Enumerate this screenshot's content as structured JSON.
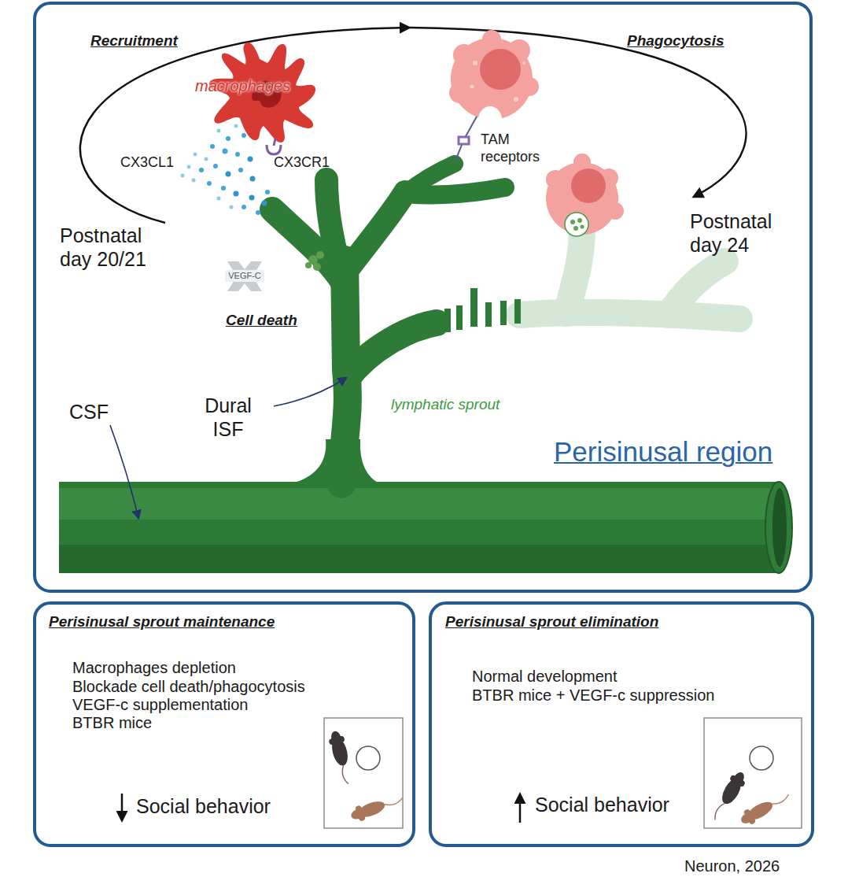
{
  "diagram": {
    "nodes": [
      {
        "text": [
          "Perisinusal region"
        ]
      },
      {
        "text": [
          "VEGF-C"
        ],
        "in": 0
      },
      {
        "text": [
          "Perisinusal sprout maintenance",
          "Macrophages depletion",
          "Blockade cell death/phagocytosis",
          "VEGF-c supplementation",
          "BTBR mice",
          "Social behavior"
        ]
      },
      {
        "text": [
          "Perisinusal sprout elimination",
          "Normal development",
          "BTBR mice + VEGF-c suppression",
          "Social behavior"
        ]
      }
    ],
    "labels": [
      "Recruitment",
      "Phagocytosis",
      "macrophages",
      "CX3CL1",
      "CX3CR1",
      "TAM receptors",
      "Postnatal day 20/21",
      "Postnatal day 24",
      "Cell death",
      "Dural ISF",
      "lymphatic sprout",
      "CSF",
      "Neuron, 2026"
    ]
  }
}
